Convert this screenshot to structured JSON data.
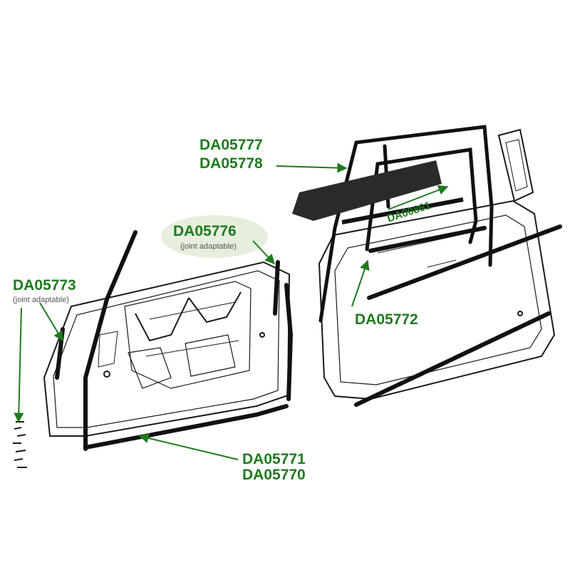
{
  "labels": {
    "p05777": "DA05777",
    "p05778": "DA05778",
    "p00861": "DA00861",
    "p05776": "DA05776",
    "p05776_note": "(joint adaptable)",
    "p05773": "DA05773",
    "p05773_note": "(joint adaptable)",
    "p05772": "DA05772",
    "p05771": "DA05771",
    "p05770": "DA05770"
  },
  "colors": {
    "label_green": "#1e7a1e",
    "line_art": "#1a1a1a",
    "highlight_bubble": "#e6efdd"
  }
}
